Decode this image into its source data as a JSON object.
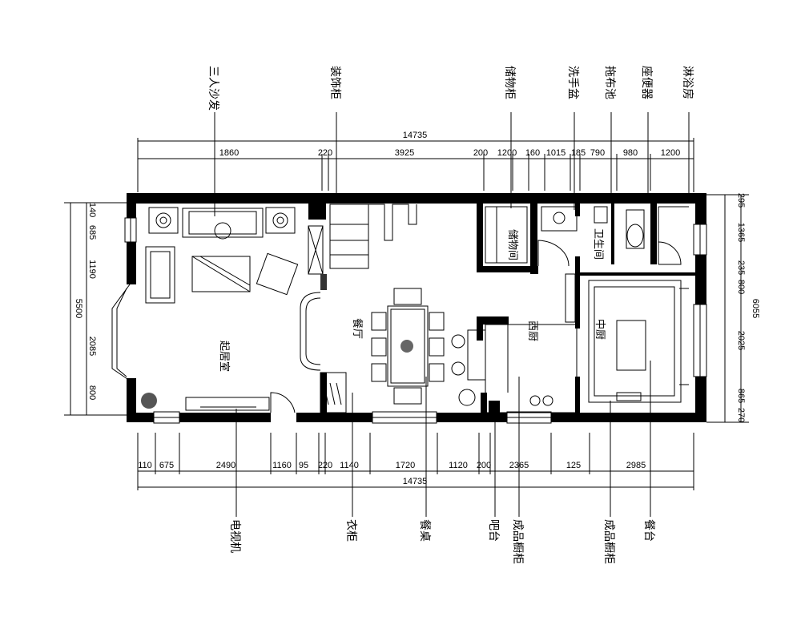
{
  "top_labels": [
    "三人沙发",
    "装饰柜",
    "储物柜",
    "洗手盆",
    "拖布池",
    "座便器",
    "淋浴房"
  ],
  "bottom_labels": [
    "电视机",
    "衣柜",
    "餐桌",
    "吧台",
    "成品橱柜",
    "成品橱柜",
    "餐台"
  ],
  "rooms": {
    "living": "起居室",
    "dining": "餐厅",
    "storage": "储物间",
    "bath": "卫生间",
    "west_kitchen": "西厨",
    "chinese_kitchen": "中厨"
  },
  "dims": {
    "top_total": "14735",
    "top": [
      "1860",
      "220",
      "3925",
      "200",
      "1200",
      "160",
      "1015",
      "185",
      "790",
      "980",
      "1200"
    ],
    "bottom_total": "14735",
    "bottom": [
      "110",
      "675",
      "2490",
      "1160",
      "95",
      "220",
      "1140",
      "1720",
      "1120",
      "200",
      "2365",
      "125",
      "2985"
    ],
    "left_total": "5500",
    "left": [
      "140",
      "685",
      "1190",
      "2085",
      "800"
    ],
    "right_total": "6055",
    "right": [
      "295",
      "1365",
      "235",
      "800",
      "2025",
      "865",
      "270"
    ]
  }
}
